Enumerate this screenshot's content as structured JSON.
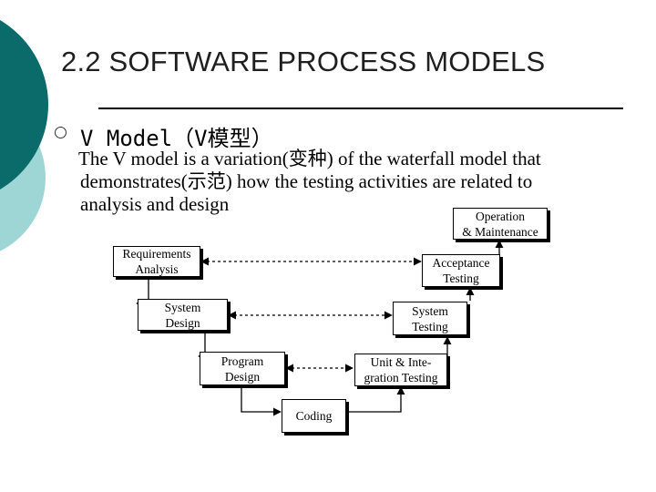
{
  "slide": {
    "title": "2.2 SOFTWARE PROCESS MODELS",
    "heading": "V Model（V模型）",
    "body_lines": [
      "The V model is a variation(变种) of the waterfall model that",
      "demonstrates(示范) how the testing activities are related to",
      "analysis and design"
    ]
  },
  "diagram": {
    "nodes": {
      "requirements": "Requirements\nAnalysis",
      "system_design": "System\nDesign",
      "program_design": "Program\nDesign",
      "coding": "Coding",
      "unit_testing": "Unit & Inte-\ngration Testing",
      "system_testing": "System\nTesting",
      "acceptance": "Acceptance\nTesting",
      "operation": "Operation\n& Maintenance"
    }
  },
  "colors": {
    "deco_dark": "#0b6b6b",
    "deco_light": "#9ed6d6"
  }
}
